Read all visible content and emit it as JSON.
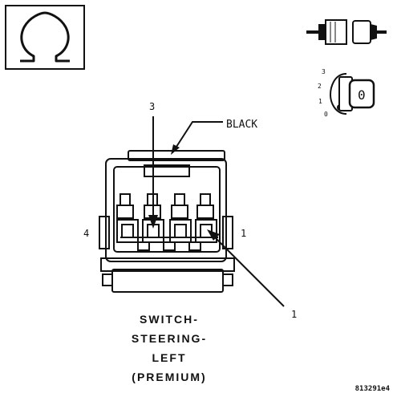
{
  "legend_symbol": "ohm-icon",
  "connector_label": "BLACK",
  "pin_numbers": {
    "top_pointer": "3",
    "left_end": "4",
    "right_end": "1",
    "bottom_pointer": "1"
  },
  "key_position_numbers": [
    "3",
    "2",
    "1",
    "0"
  ],
  "key_readout": "0",
  "component_title": [
    "SWITCH-",
    "STEERING-",
    "LEFT",
    "(PREMIUM)"
  ],
  "figure_code": "813291e4"
}
